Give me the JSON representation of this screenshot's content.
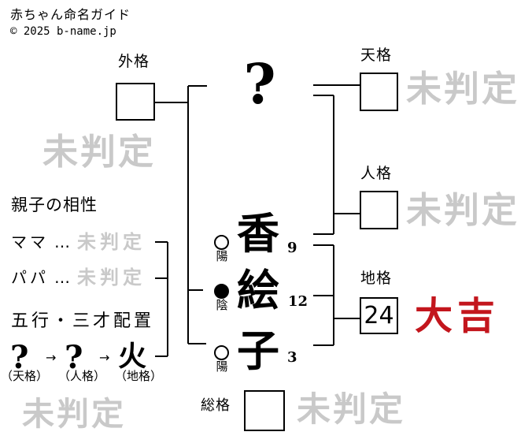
{
  "header": {
    "title": "赤ちゃん命名ガイド",
    "copyright": "© 2025 b-name.jp"
  },
  "colors": {
    "result_red": "#c3161d",
    "watermark_gray": "#c9c9c9"
  },
  "name": {
    "surname_char": "?",
    "chars": [
      {
        "char": "香",
        "strokes": "9",
        "polarity": "陽",
        "polarity_type": "yang"
      },
      {
        "char": "絵",
        "strokes": "12",
        "polarity": "陰",
        "polarity_type": "yin"
      },
      {
        "char": "子",
        "strokes": "3",
        "polarity": "陽",
        "polarity_type": "yang"
      }
    ]
  },
  "kaku": {
    "gaikaku": {
      "label": "外格",
      "value": "",
      "result": "未判定"
    },
    "tenkaku": {
      "label": "天格",
      "value": "",
      "result": "未判定"
    },
    "jinkaku": {
      "label": "人格",
      "value": "",
      "result": "未判定"
    },
    "chikaku": {
      "label": "地格",
      "value": "24",
      "result": "大吉"
    },
    "soukaku": {
      "label": "総格",
      "value": "",
      "result": "未判定"
    }
  },
  "watermarks": {
    "gaikaku_area": "未判定",
    "bottom_left": "未判定"
  },
  "compatibility": {
    "heading": "親子の相性",
    "rows": [
      {
        "label": "ママ",
        "ellipsis": "…",
        "result": "未判定"
      },
      {
        "label": "パパ",
        "ellipsis": "…",
        "result": "未判定"
      }
    ]
  },
  "gogyou": {
    "heading": "五行・三才配置",
    "arrow": "→",
    "items": [
      {
        "element": "?",
        "source": "（天格）"
      },
      {
        "element": "?",
        "source": "（人格）"
      },
      {
        "element": "火",
        "source": "（地格）"
      }
    ]
  }
}
